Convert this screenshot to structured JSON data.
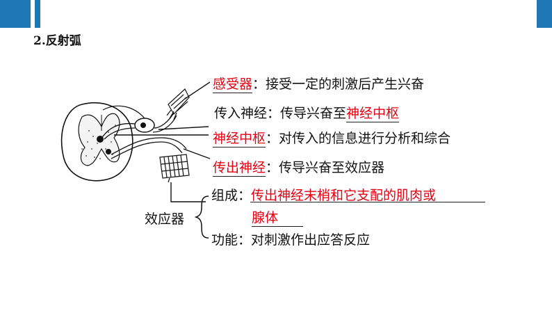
{
  "colors": {
    "header_bar": "#1f78b4",
    "answer_red": "#e60012"
  },
  "section_title": "2.反射弧",
  "rows": {
    "receptor": {
      "term": "感受器",
      "colon": "：",
      "desc": "接受一定的刺激后产生兴奋"
    },
    "afferent": {
      "term": "传入神经：",
      "desc": "传导兴奋至",
      "answer": "神经中枢"
    },
    "center": {
      "term": "神经中枢",
      "colon": "：",
      "desc": "对传入的信息进行分析和综合"
    },
    "efferent": {
      "term": "传出神经",
      "colon": "：",
      "desc": "传导兴奋至效应器"
    },
    "effector": {
      "label": "效应器",
      "composition_label": "组成：",
      "composition_answer_1": "传出神经末梢和它支配的肌肉或",
      "composition_answer_2": "腺体",
      "function": "功能：对刺激作出应答反应"
    }
  }
}
